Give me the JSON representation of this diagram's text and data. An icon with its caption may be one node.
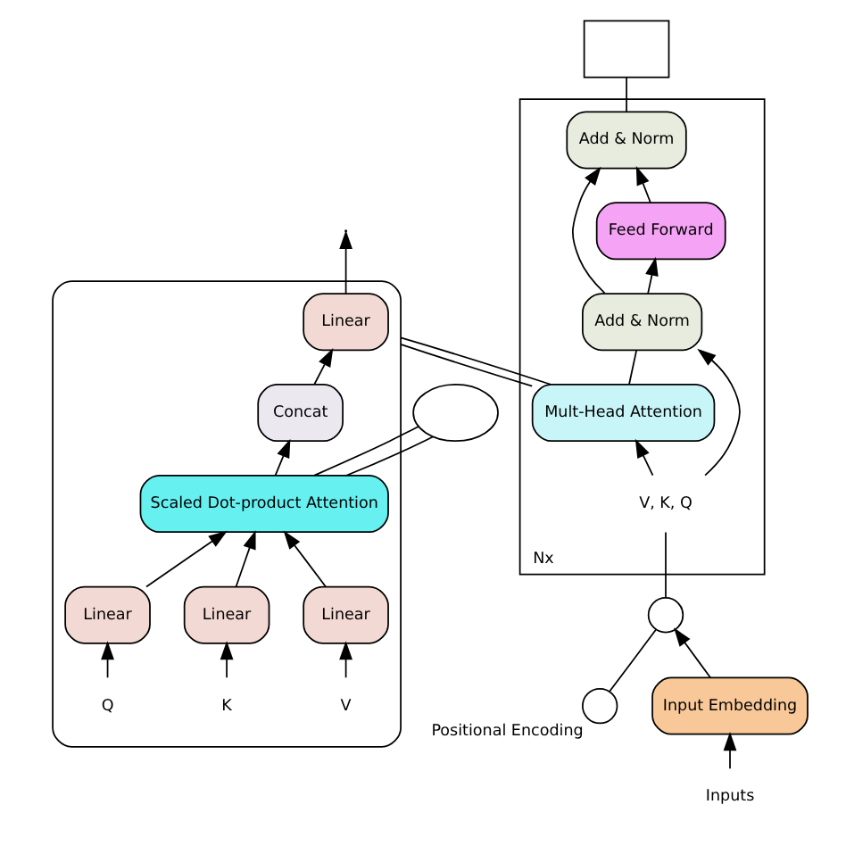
{
  "diagram": {
    "nodes": [
      {
        "text": [],
        "shape": "ellipse"
      },
      {
        "text": [
          "Linear"
        ],
        "in": 0
      },
      {
        "text": [
          "Concat"
        ],
        "in": 0
      },
      {
        "text": [
          "Scaled Dot-product Attention"
        ],
        "in": 0
      },
      {
        "text": [
          "Linear"
        ],
        "in": 0
      },
      {
        "text": [
          "Linear"
        ],
        "in": 0
      },
      {
        "text": [
          "Linear"
        ],
        "in": 0
      },
      {
        "text": [
          "V"
        ],
        "in": 0
      },
      {
        "text": [
          "K"
        ],
        "in": 0
      },
      {
        "text": [
          "Q"
        ],
        "in": 0
      },
      {
        "text": [
          "Nx"
        ]
      },
      {
        "text": [
          "Add & Norm"
        ],
        "in": 10
      },
      {
        "text": [
          "Feed Forward"
        ],
        "in": 10
      },
      {
        "text": [
          "Add & Norm"
        ],
        "in": 10
      },
      {
        "text": [
          "Mult-Head Attention"
        ],
        "in": 10
      },
      {
        "text": [
          "V, K, Q"
        ],
        "in": 10
      },
      {
        "text": [],
        "shape": "circle",
        "beside": [
          "Positional Encoding"
        ]
      },
      {
        "text": [],
        "shape": "circle"
      },
      {
        "text": [
          "Input Embedding"
        ]
      },
      {
        "text": [
          "Inputs"
        ]
      },
      {
        "text": [],
        "shape": "ellipse"
      },
      {
        "text": [],
        "shape": "box"
      }
    ],
    "edges": [
      {
        "from": 7,
        "to": 4,
        "arrow": "to"
      },
      {
        "from": 8,
        "to": 5,
        "arrow": "to"
      },
      {
        "from": 9,
        "to": 6,
        "arrow": "to"
      },
      {
        "from": 4,
        "to": 3,
        "arrow": "to"
      },
      {
        "from": 5,
        "to": 3,
        "arrow": "to"
      },
      {
        "from": 6,
        "to": 3,
        "arrow": "to"
      },
      {
        "from": 3,
        "to": 2,
        "arrow": "to"
      },
      {
        "from": 2,
        "to": 1,
        "arrow": "to"
      },
      {
        "from": 1,
        "to": null,
        "arrow": "to"
      },
      {
        "from": 3,
        "to": 20,
        "arrow": "none"
      },
      {
        "from": 3,
        "to": 20,
        "arrow": "none"
      },
      {
        "from": 14,
        "to": 0,
        "arrow": "none"
      },
      {
        "from": 14,
        "to": 0,
        "arrow": "none"
      },
      {
        "from": 19,
        "to": 18,
        "arrow": "to"
      },
      {
        "from": 18,
        "to": 17,
        "arrow": "to"
      },
      {
        "from": 16,
        "to": 17,
        "arrow": "none"
      },
      {
        "from": 17,
        "to": 15,
        "arrow": "none"
      },
      {
        "from": 15,
        "to": 14,
        "arrow": "to"
      },
      {
        "from": 15,
        "to": 13,
        "arrow": "to"
      },
      {
        "from": 14,
        "to": 13,
        "arrow": "none"
      },
      {
        "from": 13,
        "to": 12,
        "arrow": "to"
      },
      {
        "from": 13,
        "to": 11,
        "arrow": "to"
      },
      {
        "from": 12,
        "to": 11,
        "arrow": "to"
      },
      {
        "from": 11,
        "to": 21,
        "arrow": "none"
      }
    ]
  }
}
